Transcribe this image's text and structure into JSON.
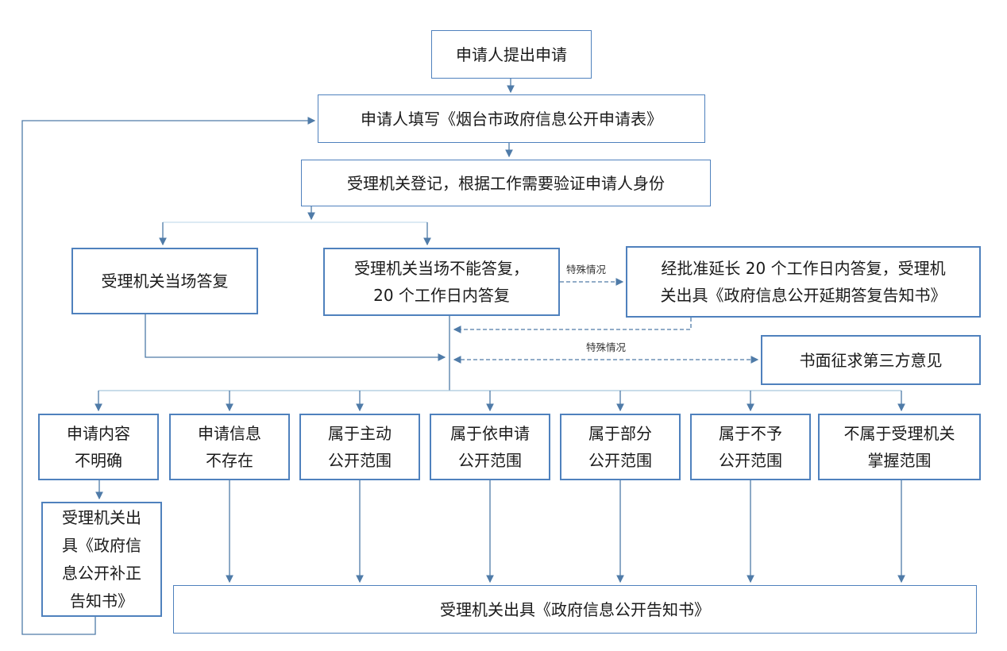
{
  "nodes": {
    "apply": "申请人提出申请",
    "fill_form": "申请人填写《烟台市政府信息公开申请表》",
    "register": "受理机关登记，根据工作需要验证申请人身份",
    "reply_onsite": "受理机关当场答复",
    "reply_20days": "受理机关当场不能答复，\n20 个工作日内答复",
    "extend_reply": "经批准延长 20 个工作日内答复，受理机\n关出具《政府信息公开延期答复告知书》",
    "third_party": "书面征求第三方意见",
    "content_unclear": "申请内容\n不明确",
    "info_not_exist": "申请信息\n不存在",
    "proactive_scope": "属于主动\n公开范围",
    "on_request_scope": "属于依申请\n公开范围",
    "partial_scope": "属于部分\n公开范围",
    "non_disclosure_scope": "属于不予\n公开范围",
    "not_held_scope": "不属于受理机关\n掌握范围",
    "correction_notice": "受理机关出\n具《政府信\n息公开补正\n告知书》",
    "disclosure_notice": "受理机关出具《政府信息公开告知书》"
  },
  "labels": {
    "special_case_1": "特殊情况",
    "special_case_2": "特殊情况"
  },
  "colors": {
    "box_border": "#4f81bd",
    "connector": "#4f7ba8",
    "connector_light": "#c8dded",
    "text": "#1a1a1a"
  }
}
